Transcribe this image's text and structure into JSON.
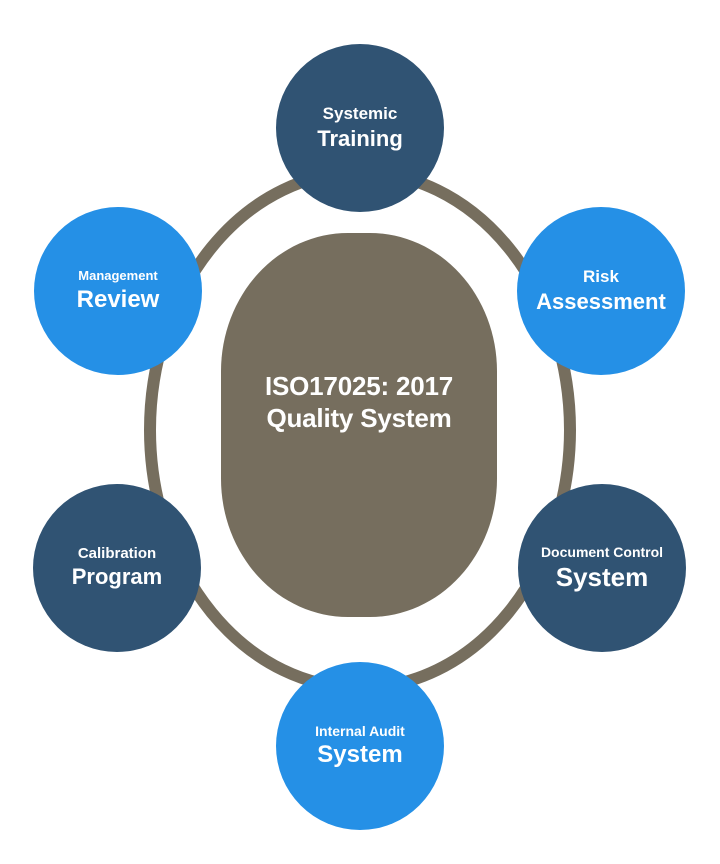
{
  "diagram": {
    "center": {
      "line1": "ISO17025: 2017",
      "line2": "Quality System",
      "color": "#766e5e"
    },
    "ring_color": "#766e5e",
    "colors": {
      "dark_node": "#305373",
      "light_node": "#2590e6",
      "text": "#ffffff"
    },
    "nodes": [
      {
        "id": "systemic-training",
        "line1": "Systemic",
        "line2": "Training",
        "style": "dark"
      },
      {
        "id": "risk-assessment",
        "line1": "Risk",
        "line2": "Assessment",
        "style": "light"
      },
      {
        "id": "document-control-system",
        "line1": "Document Control",
        "line2": "System",
        "style": "dark"
      },
      {
        "id": "internal-audit-system",
        "line1": "Internal Audit",
        "line2": "System",
        "style": "light"
      },
      {
        "id": "calibration-program",
        "line1": "Calibration",
        "line2": "Program",
        "style": "dark"
      },
      {
        "id": "management-review",
        "line1": "Management",
        "line2": "Review",
        "style": "light"
      }
    ]
  }
}
